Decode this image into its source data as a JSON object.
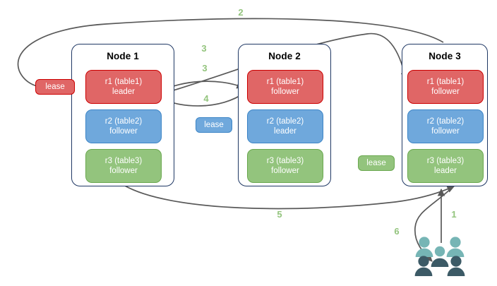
{
  "diagram": {
    "title": "Raft multi-replica lease transfer diagram",
    "colors": {
      "red": "#e06666",
      "red_border": "#cc0000",
      "blue": "#6fa8dc",
      "blue_border": "#3d85c6",
      "green": "#93c47d",
      "green_border": "#6aa84f",
      "node_border": "#1f3864",
      "arrow": "#595959",
      "step_label": "#93c47d",
      "client_light": "#76b5b5",
      "client_dark": "#3c5a66"
    },
    "nodes": [
      {
        "id": "node1",
        "title": "Node 1",
        "replicas": [
          {
            "name": "r1 (table1)",
            "role": "leader",
            "color": "red"
          },
          {
            "name": "r2 (table2)",
            "role": "follower",
            "color": "blue"
          },
          {
            "name": "r3 (table3)",
            "role": "follower",
            "color": "green"
          }
        ]
      },
      {
        "id": "node2",
        "title": "Node 2",
        "replicas": [
          {
            "name": "r1 (table1)",
            "role": "follower",
            "color": "red"
          },
          {
            "name": "r2 (table2)",
            "role": "leader",
            "color": "blue"
          },
          {
            "name": "r3 (table3)",
            "role": "follower",
            "color": "green"
          }
        ]
      },
      {
        "id": "node3",
        "title": "Node 3",
        "replicas": [
          {
            "name": "r1 (table1)",
            "role": "follower",
            "color": "red"
          },
          {
            "name": "r2 (table2)",
            "role": "follower",
            "color": "blue"
          },
          {
            "name": "r3 (table3)",
            "role": "leader",
            "color": "green"
          }
        ]
      }
    ],
    "leases": [
      {
        "id": "lease-r1",
        "label": "lease",
        "color": "red"
      },
      {
        "id": "lease-r2",
        "label": "lease",
        "color": "blue"
      },
      {
        "id": "lease-r3",
        "label": "lease",
        "color": "green"
      }
    ],
    "steps": [
      {
        "id": "step-1",
        "label": "1",
        "meaning": "client request to node 3"
      },
      {
        "id": "step-2",
        "label": "2",
        "meaning": "node 3 back to r1 lease"
      },
      {
        "id": "step-3a",
        "label": "3",
        "meaning": "node 1 r1 to node 3 r1"
      },
      {
        "id": "step-3b",
        "label": "3",
        "meaning": "node 1 r1 to node 2 r1"
      },
      {
        "id": "step-4",
        "label": "4",
        "meaning": "node 2 r1 back to node 1 r1"
      },
      {
        "id": "step-5",
        "label": "5",
        "meaning": "node 1 to node 3"
      },
      {
        "id": "step-6",
        "label": "6",
        "meaning": "node 3 response to client"
      }
    ],
    "clients": {
      "id": "clients",
      "label": "clients-icon"
    }
  }
}
